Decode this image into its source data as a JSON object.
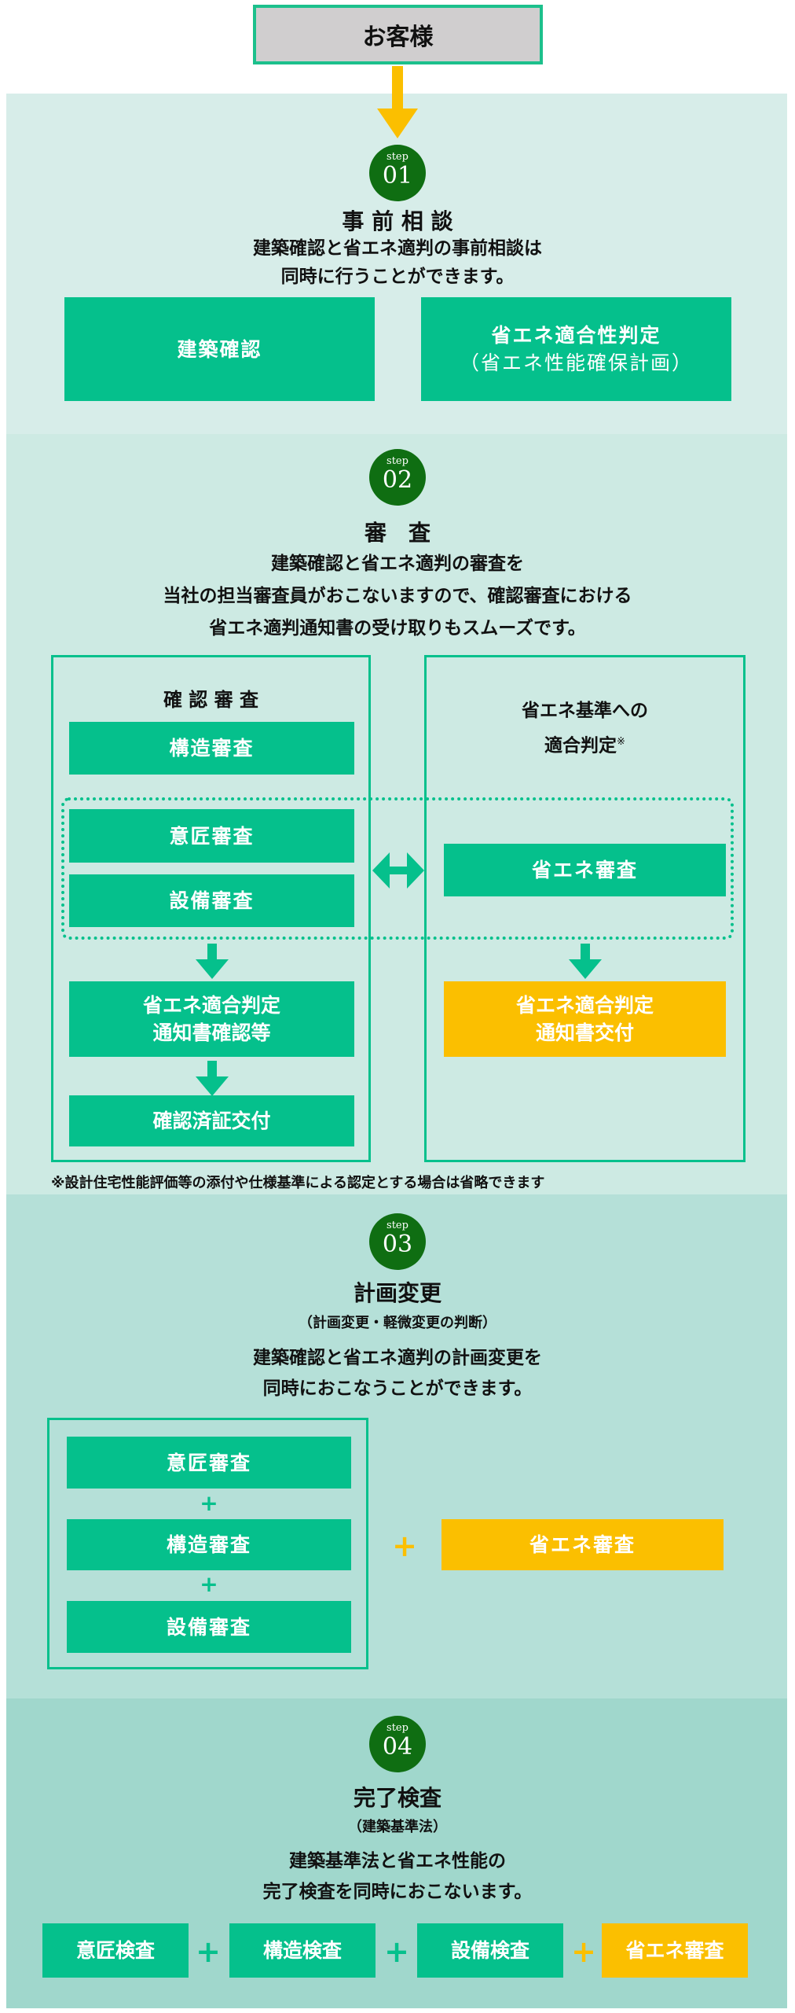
{
  "customer": "お客様",
  "colors": {
    "green": "#05c08c",
    "yellow": "#fbbf00",
    "dark_green": "#0f6e12"
  },
  "step_label": "step",
  "step1": {
    "num": "01",
    "title": "事 前 相 談",
    "lines": [
      "建築確認と省エネ適判の事前相談は",
      "同時に行うことができます。"
    ],
    "btn_left": "建築確認",
    "btn_right": [
      "省エネ適合性判定",
      "（省エネ性能確保計画）"
    ]
  },
  "step2": {
    "num": "02",
    "title": "審　査",
    "lines": [
      "建築確認と省エネ適判の審査を",
      "当社の担当審査員がおこないますので、確認審査における",
      "省エネ適判通知書の受け取りもスムーズです。"
    ],
    "left_title": "確 認 審 査",
    "left_boxes": [
      "構造審査",
      "意匠審査",
      "設備審査"
    ],
    "left_notice": [
      "省エネ適合判定",
      "通知書確認等"
    ],
    "left_final": "確認済証交付",
    "right_title": [
      "省エネ基準への",
      "適合判定"
    ],
    "right_mark": "※",
    "right_box": "省エネ審査",
    "right_final": [
      "省エネ適合判定",
      "通知書交付"
    ],
    "footnote": "※設計住宅性能評価等の添付や仕様基準による認定とする場合は省略できます"
  },
  "step3": {
    "num": "03",
    "title": "計画変更",
    "subtitle": "（計画変更・軽微変更の判断）",
    "lines": [
      "建築確認と省エネ適判の計画変更を",
      "同時におこなうことができます。"
    ],
    "boxes": [
      "意匠審査",
      "構造審査",
      "設備審査"
    ],
    "plus": "+",
    "right_box": "省エネ審査"
  },
  "step4": {
    "num": "04",
    "title": "完了検査",
    "subtitle": "（建築基準法）",
    "lines": [
      "建築基準法と省エネ性能の",
      "完了検査を同時におこないます。"
    ],
    "boxes": [
      "意匠検査",
      "構造検査",
      "設備検査",
      "省エネ審査"
    ],
    "plus": "+"
  }
}
